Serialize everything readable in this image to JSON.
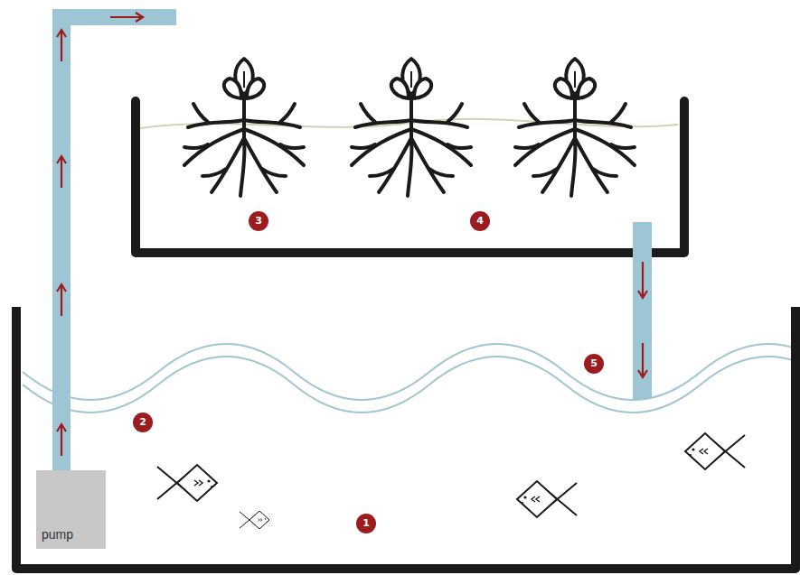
{
  "diagram": {
    "nodes": [
      {
        "text": [
          "pump"
        ]
      }
    ],
    "labels": [
      "3",
      "4",
      "5",
      "2",
      "1"
    ]
  }
}
